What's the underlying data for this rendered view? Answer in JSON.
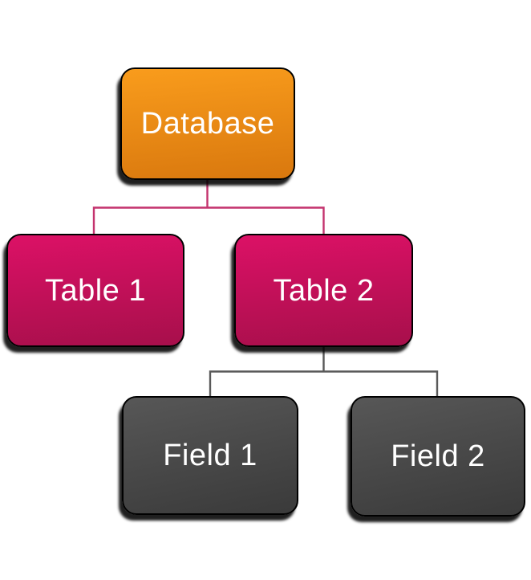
{
  "colors": {
    "bg": "#ffffff",
    "node_border": "#000000",
    "node_text": "#ffffff",
    "orange_top": "#F99C1C",
    "orange_bottom": "#D9780E",
    "magenta_top": "#DC1166",
    "magenta_bottom": "#A70F4B",
    "gray_top": "#575757",
    "gray_bottom": "#3A3A3A",
    "connector_pink": "#C4336E",
    "connector_gray": "#595959"
  },
  "nodes": {
    "database": {
      "label": "Database"
    },
    "table1": {
      "label": "Table 1"
    },
    "table2": {
      "label": "Table 2"
    },
    "field1": {
      "label": "Field 1"
    },
    "field2": {
      "label": "Field 2"
    }
  },
  "relations": {
    "database_children": [
      "Table 1",
      "Table 2"
    ],
    "table2_children": [
      "Field 1",
      "Field 2"
    ]
  }
}
